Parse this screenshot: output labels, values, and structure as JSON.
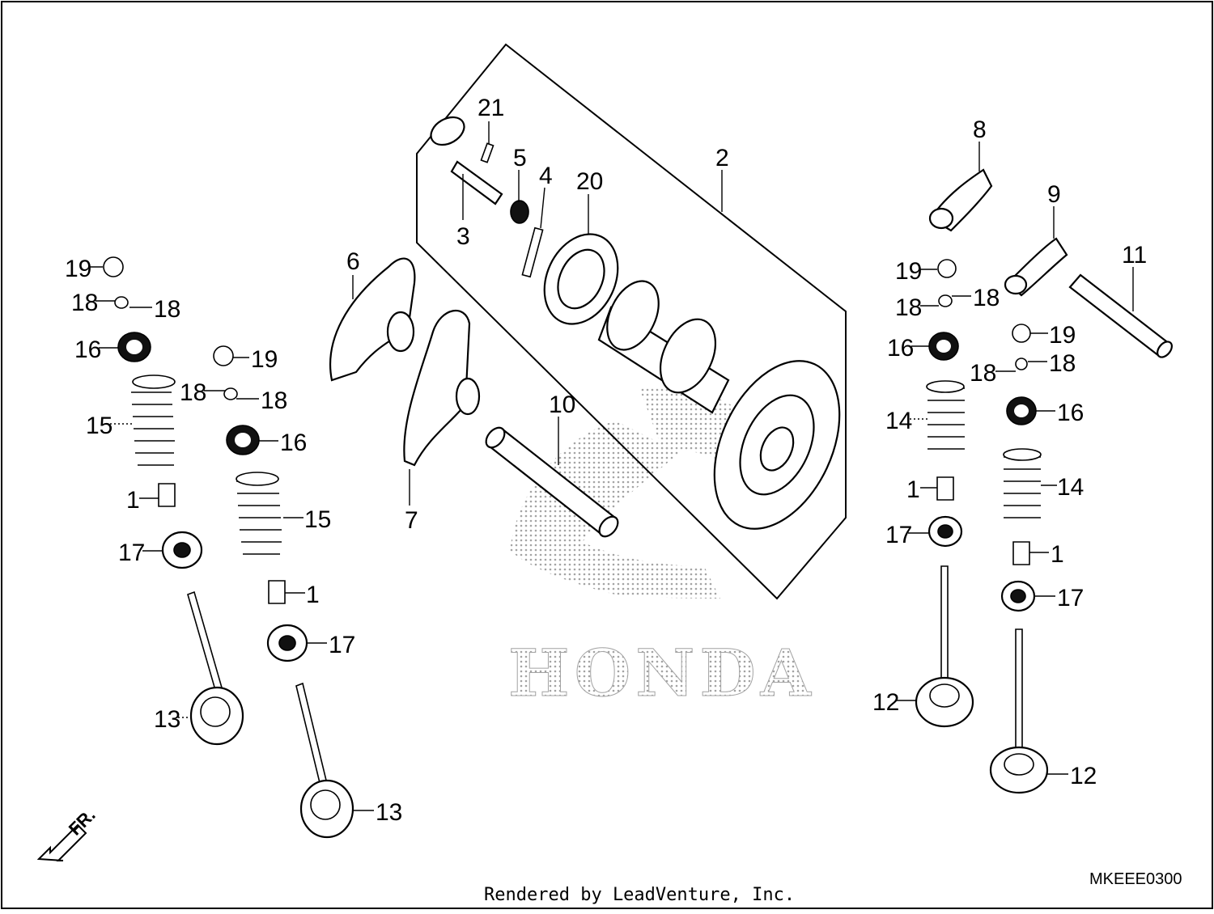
{
  "diagram": {
    "callouts": {
      "c1a": "1",
      "c1b": "1",
      "c1c": "1",
      "c1d": "1",
      "c2": "2",
      "c3": "3",
      "c4": "4",
      "c5": "5",
      "c6": "6",
      "c7": "7",
      "c8": "8",
      "c9": "9",
      "c10": "10",
      "c11": "11",
      "c12a": "12",
      "c12b": "12",
      "c13a": "13",
      "c13b": "13",
      "c14a": "14",
      "c14b": "14",
      "c15a": "15",
      "c15b": "15",
      "c16a": "16",
      "c16b": "16",
      "c16c": "16",
      "c16d": "16",
      "c17a": "17",
      "c17b": "17",
      "c17c": "17",
      "c17d": "17",
      "c18a": "18",
      "c18b": "18",
      "c18c": "18",
      "c18d": "18",
      "c18e": "18",
      "c18f": "18",
      "c18g": "18",
      "c18h": "18",
      "c19a": "19",
      "c19b": "19",
      "c19c": "19",
      "c19d": "19",
      "c20": "20",
      "c21": "21"
    },
    "front_marker": "FR.",
    "watermark_brand": "HONDA",
    "diagram_code": "MKEEE0300",
    "credit": "Rendered by LeadVenture, Inc."
  },
  "colors": {
    "frame": "#000000",
    "background": "#ffffff",
    "watermark": "#c8c8c8"
  }
}
